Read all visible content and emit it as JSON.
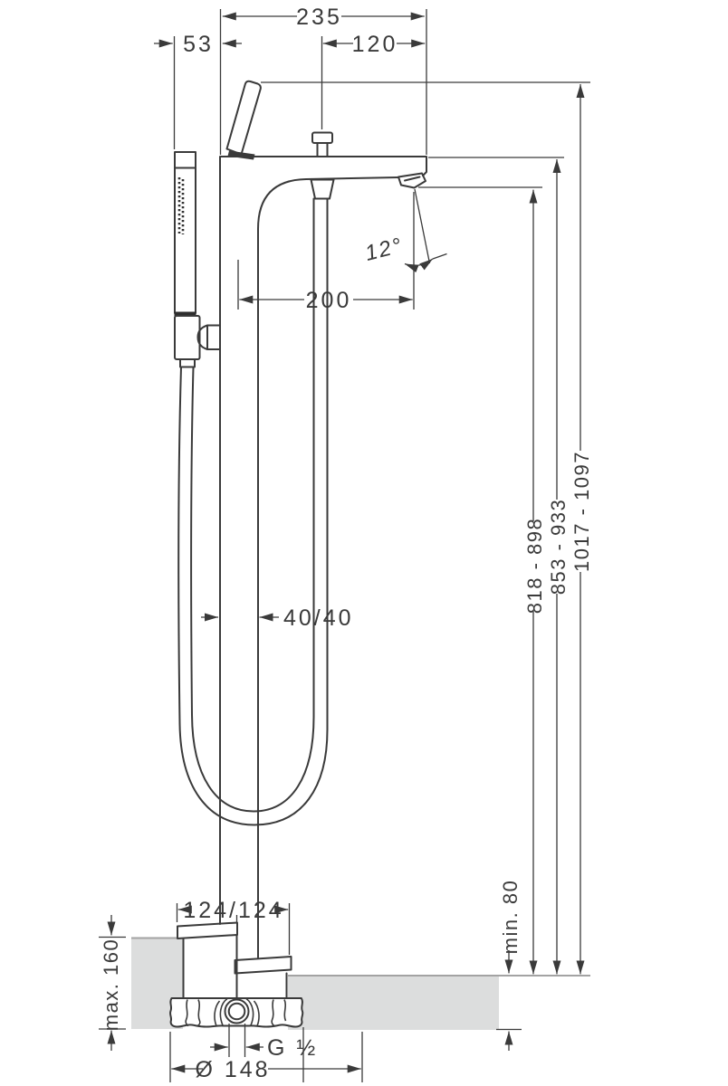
{
  "title": "Freestanding bath mixer with hand shower - dimensional drawing",
  "units": "mm",
  "colors": {
    "line": "#3a3a3a",
    "floor_fill": "#dcdddd",
    "floor_edge": "#a3a3a3",
    "background": "#ffffff"
  },
  "labels": {
    "overall_width": "235",
    "hand_shower_offset": "53",
    "diverter_to_edge": "120",
    "spout_angle": "12°",
    "spout_reach": "200",
    "riser_profile": "40/40",
    "outlet_height": "818 - 898",
    "deck_height": "853 - 933",
    "lever_height": "1017 - 1097",
    "base_plate": "124/124",
    "floor_min": "min. 80",
    "floor_max": "max. 160",
    "connection_thread": "G ½",
    "base_diameter": "Ø 148"
  }
}
